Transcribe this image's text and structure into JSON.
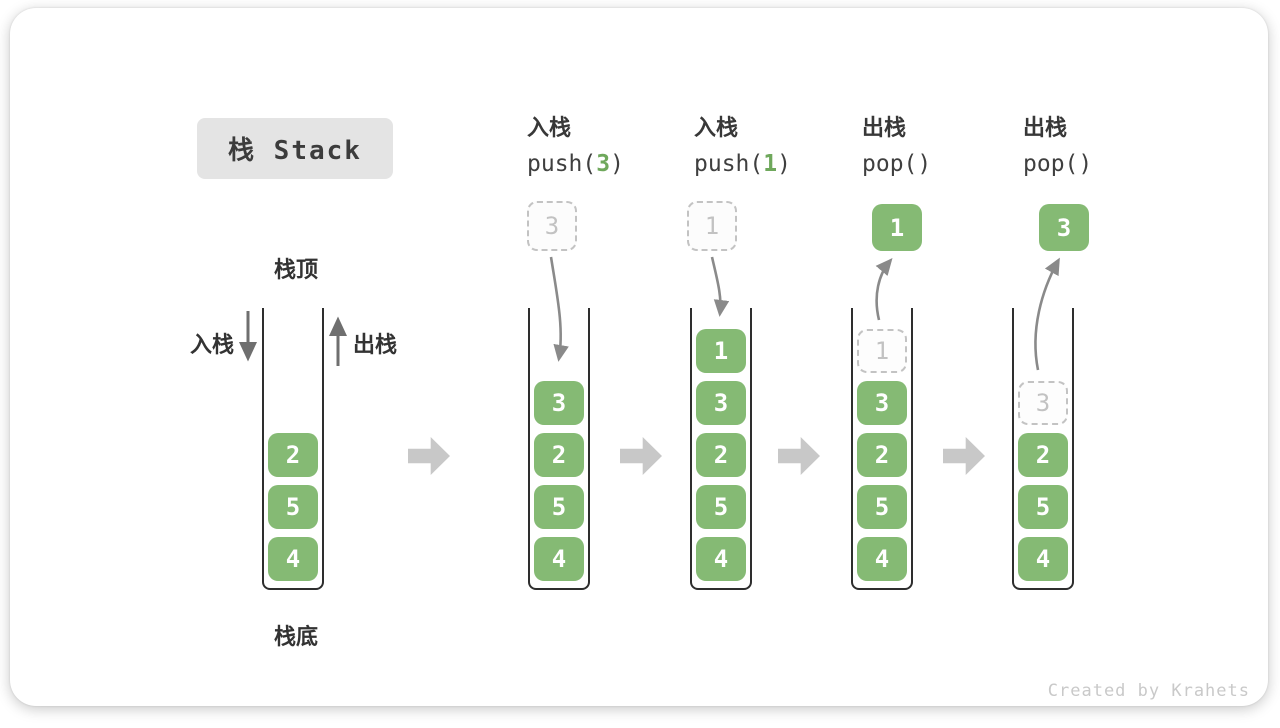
{
  "title": {
    "text": "栈 Stack"
  },
  "labels": {
    "stack_top": "栈顶",
    "stack_bottom": "栈底",
    "push": "入栈",
    "pop": "出栈"
  },
  "operations": [
    {
      "label": "入栈",
      "code_prefix": "push(",
      "code_arg": "3",
      "code_suffix": ")"
    },
    {
      "label": "入栈",
      "code_prefix": "push(",
      "code_arg": "1",
      "code_suffix": ")"
    },
    {
      "label": "出栈",
      "code_prefix": "pop(",
      "code_arg": "",
      "code_suffix": ")"
    },
    {
      "label": "出栈",
      "code_prefix": "pop(",
      "code_arg": "",
      "code_suffix": ")"
    }
  ],
  "floats": [
    {
      "type": "ghost",
      "value": "3"
    },
    {
      "type": "ghost",
      "value": "1"
    },
    {
      "type": "block",
      "value": "1"
    },
    {
      "type": "block",
      "value": "3"
    }
  ],
  "stacks": [
    {
      "slots": [
        {
          "type": "block",
          "value": "2"
        },
        {
          "type": "block",
          "value": "5"
        },
        {
          "type": "block",
          "value": "4"
        }
      ]
    },
    {
      "slots": [
        {
          "type": "block",
          "value": "3"
        },
        {
          "type": "block",
          "value": "2"
        },
        {
          "type": "block",
          "value": "5"
        },
        {
          "type": "block",
          "value": "4"
        }
      ]
    },
    {
      "slots": [
        {
          "type": "block",
          "value": "1"
        },
        {
          "type": "block",
          "value": "3"
        },
        {
          "type": "block",
          "value": "2"
        },
        {
          "type": "block",
          "value": "5"
        },
        {
          "type": "block",
          "value": "4"
        }
      ]
    },
    {
      "slots": [
        {
          "type": "ghost",
          "value": "1"
        },
        {
          "type": "block",
          "value": "3"
        },
        {
          "type": "block",
          "value": "2"
        },
        {
          "type": "block",
          "value": "5"
        },
        {
          "type": "block",
          "value": "4"
        }
      ]
    },
    {
      "slots": [
        {
          "type": "ghost",
          "value": "3"
        },
        {
          "type": "block",
          "value": "2"
        },
        {
          "type": "block",
          "value": "5"
        },
        {
          "type": "block",
          "value": "4"
        }
      ]
    }
  ],
  "watermark": "Created by Krahets",
  "colors": {
    "block_green": "#85ba74",
    "code_arg_green": "#6fa85c",
    "ghost_gray": "#c3c3c3",
    "curve_arrow_gray": "#8a8a8a",
    "block_arrow_gray": "#c8c8c8",
    "title_bg": "#e4e4e4",
    "text_dark": "#333333"
  }
}
